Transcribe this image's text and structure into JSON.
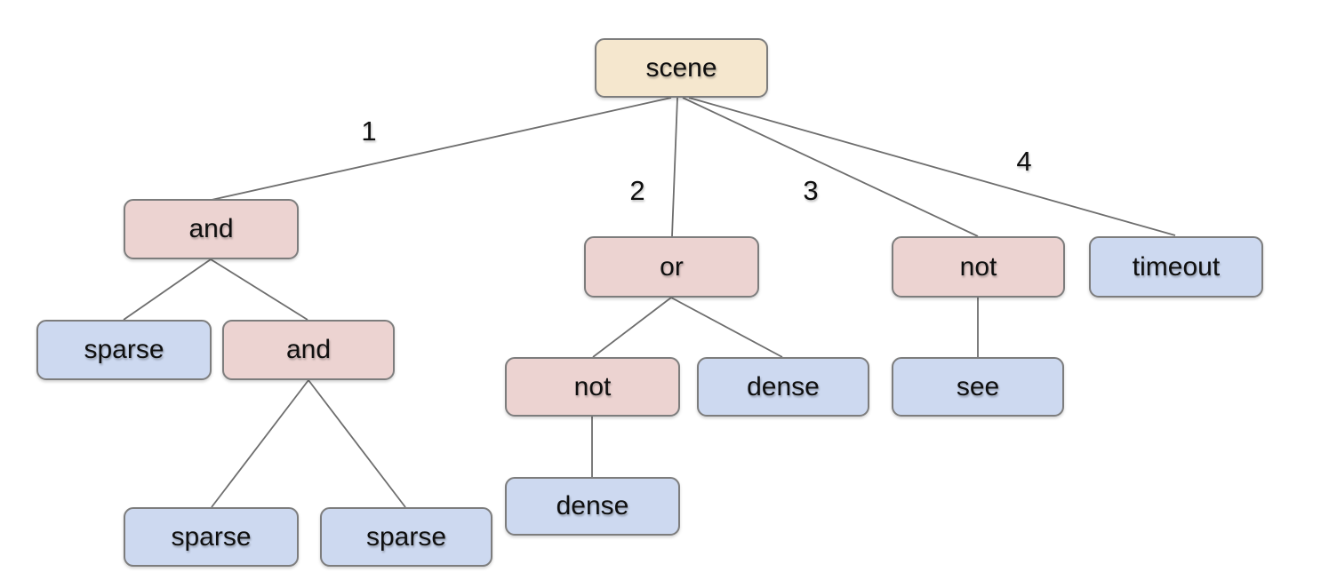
{
  "diagram": {
    "type": "tree",
    "root_label": "scene"
  },
  "tree": {
    "label": "scene",
    "children": [
      {
        "edge": "1",
        "label": "and",
        "children": [
          {
            "label": "sparse"
          },
          {
            "label": "and",
            "children": [
              {
                "label": "sparse"
              },
              {
                "label": "sparse"
              }
            ]
          }
        ]
      },
      {
        "edge": "2",
        "label": "or",
        "children": [
          {
            "label": "not",
            "children": [
              {
                "label": "dense"
              }
            ]
          },
          {
            "label": "dense"
          }
        ]
      },
      {
        "edge": "3",
        "label": "not",
        "children": [
          {
            "label": "see"
          }
        ]
      },
      {
        "edge": "4",
        "label": "timeout"
      }
    ]
  },
  "colors": {
    "root_fill": "#f5e7ce",
    "operator_fill": "#ecd3d1",
    "leaf_fill": "#cdd9f0",
    "node_border": "#7d7d7d",
    "edge_line": "#6e6e6e",
    "background": "#ffffff",
    "text": "#0f0f0f"
  }
}
